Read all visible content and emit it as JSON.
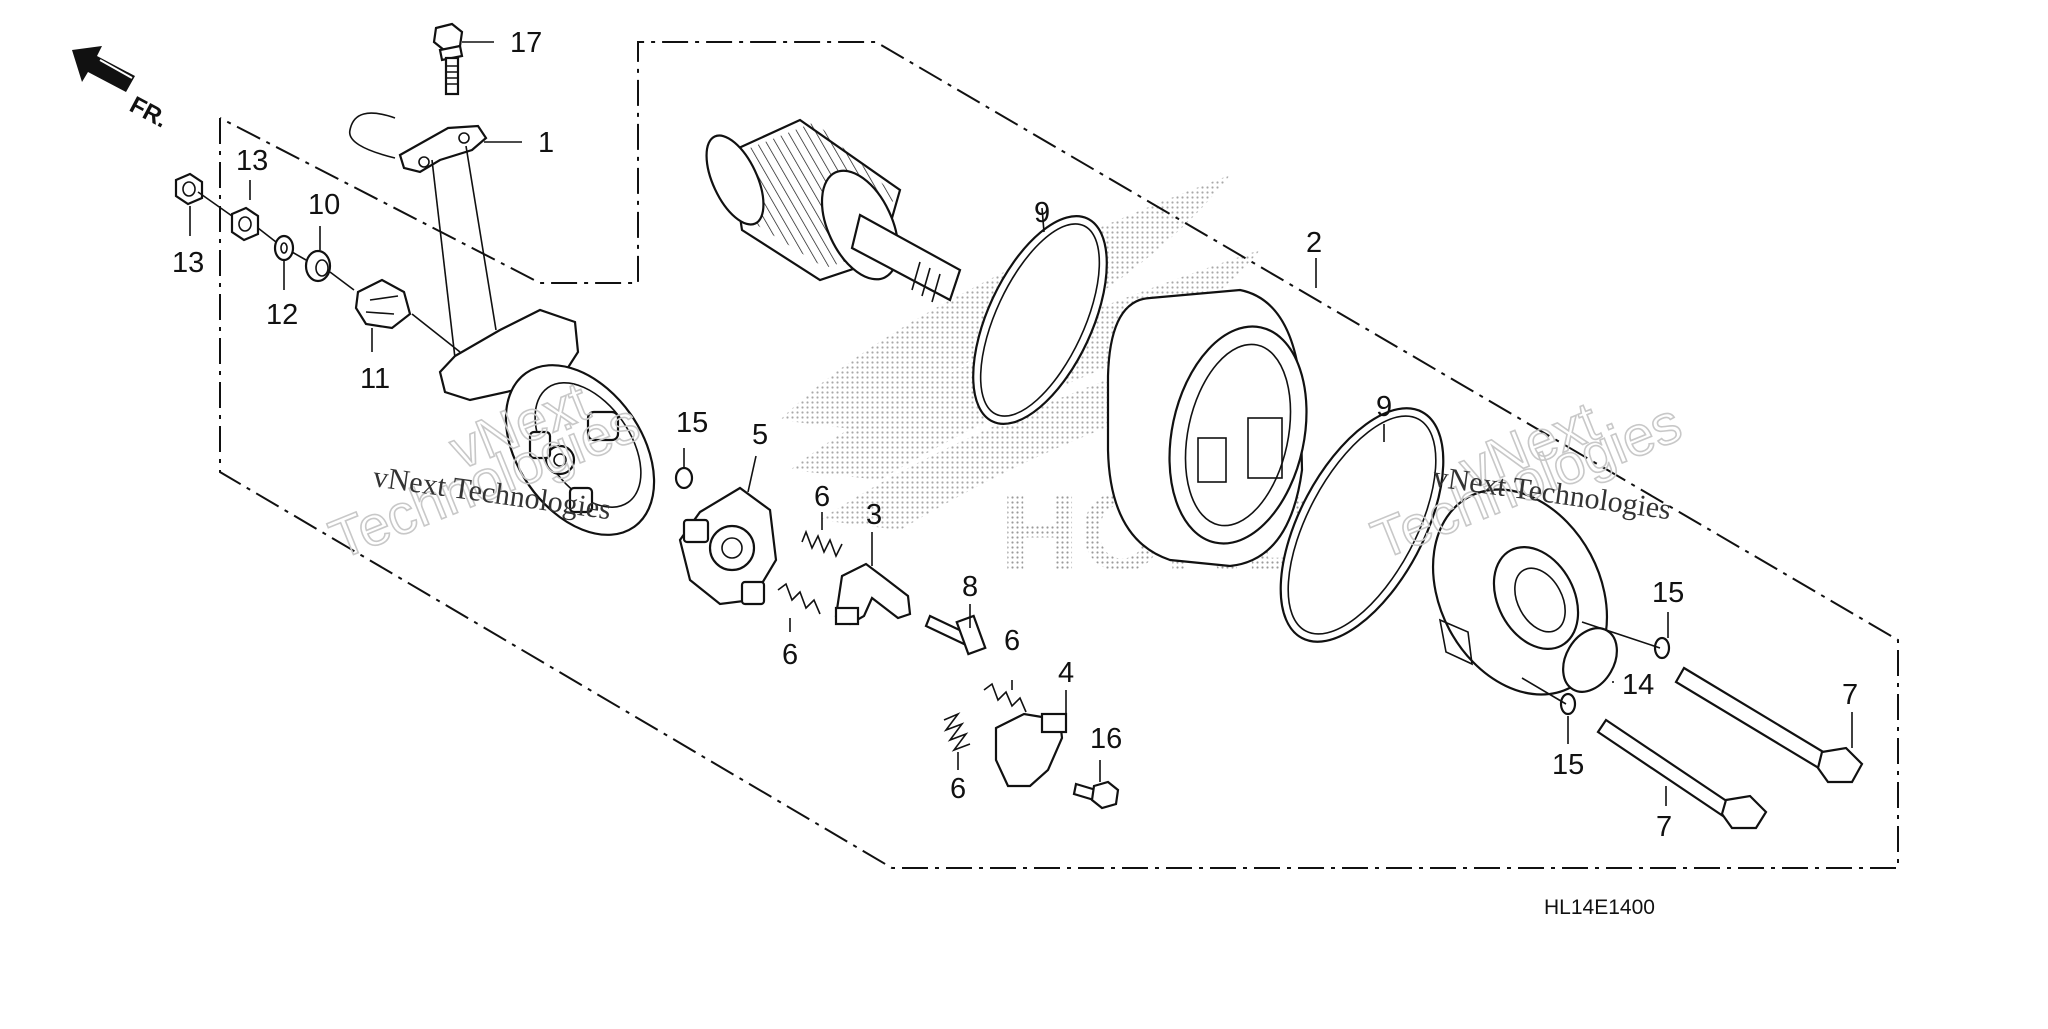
{
  "diagram": {
    "code": "HL14E1400",
    "direction_label": "FR.",
    "callouts": {
      "c1": "1",
      "c2": "2",
      "c3": "3",
      "c4": "4",
      "c5": "5",
      "c6a": "6",
      "c6b": "6",
      "c6c": "6",
      "c6d": "6",
      "c7a": "7",
      "c7b": "7",
      "c8": "8",
      "c9a": "9",
      "c9b": "9",
      "c10": "10",
      "c11": "11",
      "c12": "12",
      "c13a": "13",
      "c13b": "13",
      "c14": "14",
      "c15a": "15",
      "c15b": "15",
      "c15c": "15",
      "c16": "16",
      "c17": "17"
    }
  },
  "watermark": {
    "text_small": "vNext Technologies",
    "line1": "vNext",
    "line2": "Technologies",
    "brand": "HONDA"
  },
  "colors": {
    "line": "#111111",
    "watermark": "#c8c8c8",
    "background": "#ffffff"
  }
}
